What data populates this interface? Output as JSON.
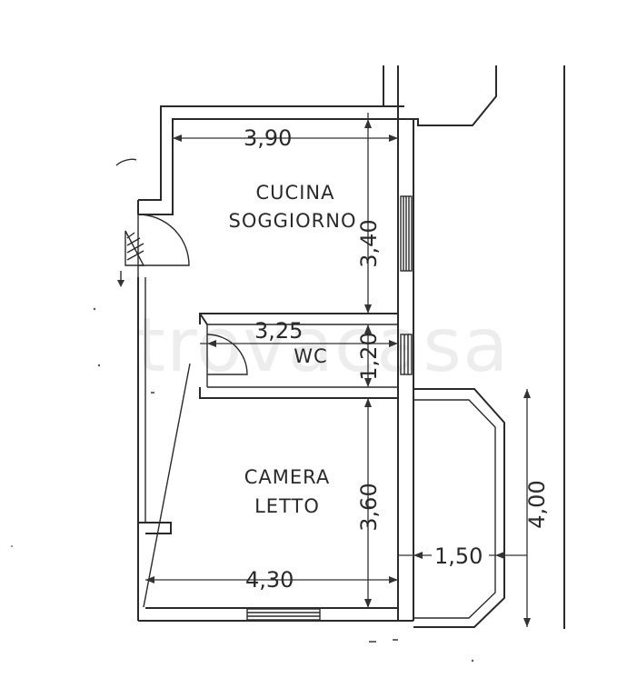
{
  "rooms": {
    "kitchen_line1": "CUCINA",
    "kitchen_line2": "SOGGIORNO",
    "wc": "WC",
    "bedroom_line1": "CAMERA",
    "bedroom_line2": "LETTO"
  },
  "dimensions": {
    "kitchen_width": "3,90",
    "kitchen_depth": "3,40",
    "wc_width": "3,25",
    "wc_depth": "1,20",
    "bedroom_depth": "3,60",
    "bedroom_width": "4,30",
    "balcony_depth": "1,50",
    "balcony_length": "4,00"
  },
  "watermark": "trovacasa",
  "colors": {
    "line": "#2a2a2a",
    "background": "#ffffff",
    "watermark": "#d9d9d9"
  }
}
